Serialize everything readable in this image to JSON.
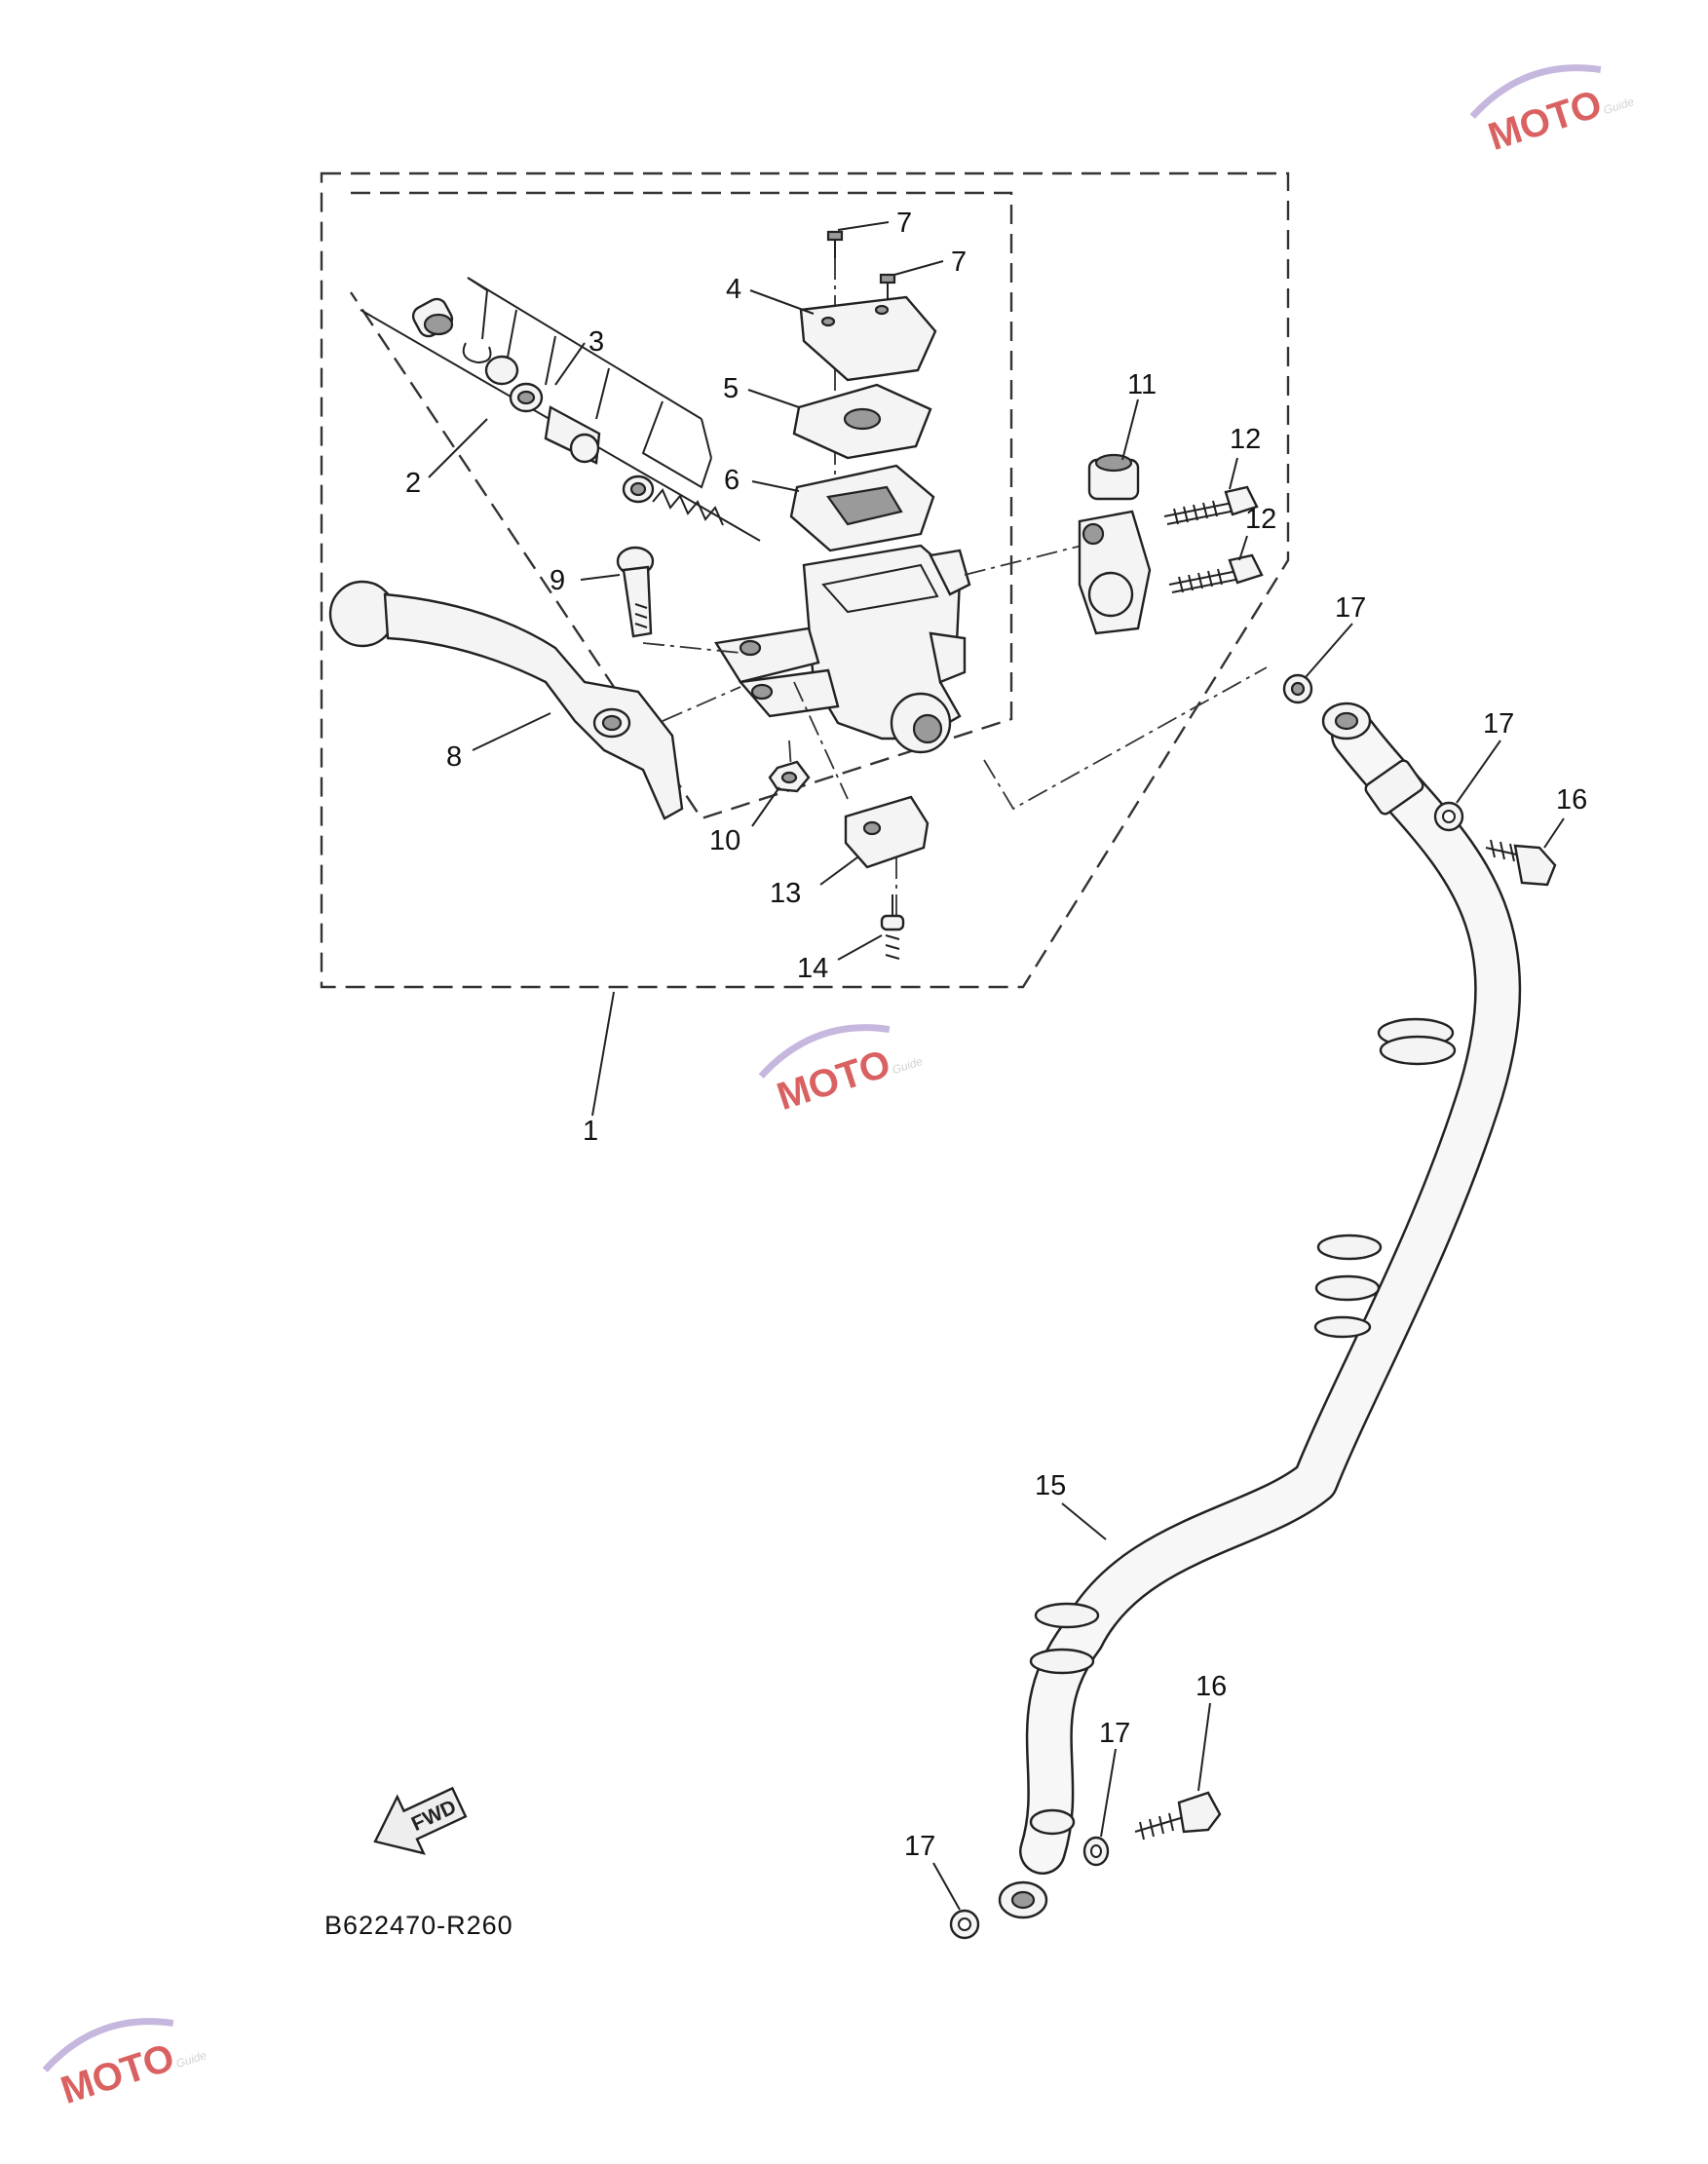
{
  "diagram": {
    "code": "B622470-R260",
    "fwd_label": "FWD",
    "watermark": {
      "brand": "MOTO",
      "sub": "Guide"
    },
    "labels": {
      "p1": "1",
      "p2": "2",
      "p3": "3",
      "p4": "4",
      "p5": "5",
      "p6": "6",
      "p7a": "7",
      "p7b": "7",
      "p8": "8",
      "p9": "9",
      "p10": "10",
      "p11": "11",
      "p12a": "12",
      "p12b": "12",
      "p13": "13",
      "p14": "14",
      "p15": "15",
      "p16a": "16",
      "p16b": "16",
      "p17a": "17",
      "p17b": "17",
      "p17c": "17",
      "p17d": "17"
    }
  }
}
